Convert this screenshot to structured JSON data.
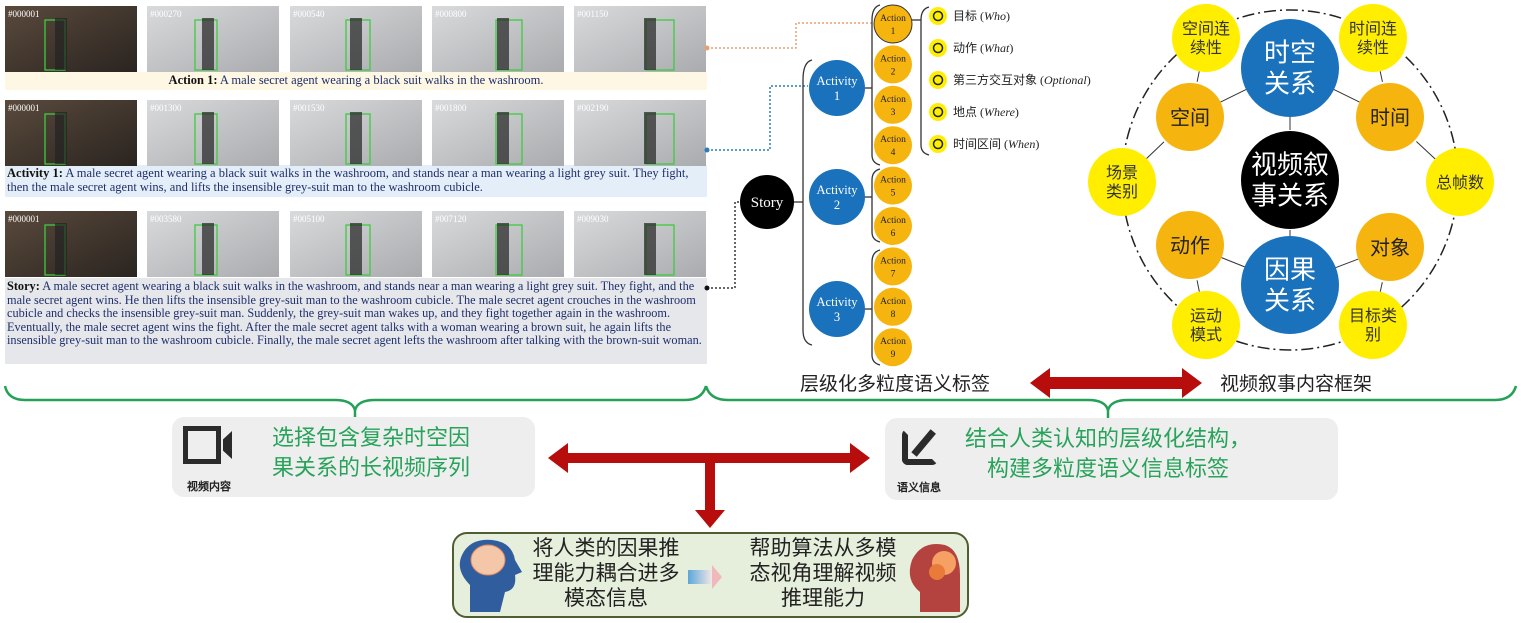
{
  "rows": [
    {
      "frames": [
        "#000001",
        "#000270",
        "#000540",
        "#000800",
        "#001150"
      ],
      "label": "Action 1:",
      "text": " A male secret agent wearing a black suit walks in the washroom."
    },
    {
      "frames": [
        "#000001",
        "#001300",
        "#001530",
        "#001800",
        "#002190"
      ],
      "label": "Activity 1:",
      "text": " A male secret agent wearing a black suit walks in the washroom, and stands near a man wearing a light grey suit. They fight, then the male secret agent wins, and lifts the insensible grey-suit man to the washroom cubicle."
    },
    {
      "frames": [
        "#000001",
        "#003580",
        "#005100",
        "#007120",
        "#009030"
      ],
      "label": "Story:",
      "text": " A male secret agent wearing a black suit walks in the washroom, and stands near a man wearing a light grey suit. They fight, and the male secret agent wins. He then lifts the insensible grey-suit man to the washroom cubicle. The male secret agent crouches in the washroom cubicle and checks the insensible grey-suit man. Suddenly, the grey-suit man wakes up, and they fight together again in the washroom. Eventually, the male secret agent wins the fight. After the male secret agent talks with a woman wearing a brown suit, he again lifts the insensible grey-suit man to the washroom cubicle. Finally, the male secret agent lefts the washroom after talking with the brown-suit woman."
    }
  ],
  "tree": {
    "story": "Story",
    "activities": [
      [
        "Activity",
        "1"
      ],
      [
        "Activity",
        "2"
      ],
      [
        "Activity",
        "3"
      ]
    ],
    "actions": [
      [
        "Action",
        "1"
      ],
      [
        "Action",
        "2"
      ],
      [
        "Action",
        "3"
      ],
      [
        "Action",
        "4"
      ],
      [
        "Action",
        "5"
      ],
      [
        "Action",
        "6"
      ],
      [
        "Action",
        "7"
      ],
      [
        "Action",
        "8"
      ],
      [
        "Action",
        "9"
      ]
    ]
  },
  "legend": [
    {
      "icon": "target-icon",
      "zh": "目标",
      "en": "Who"
    },
    {
      "icon": "action-icon",
      "zh": "动作",
      "en": "What"
    },
    {
      "icon": "people-icon",
      "zh": "第三方交互对象",
      "en": "Optional"
    },
    {
      "icon": "location-icon",
      "zh": "地点",
      "en": "Where"
    },
    {
      "icon": "clock-icon",
      "zh": "时间区间",
      "en": "When"
    }
  ],
  "framework": {
    "center": [
      "视频叙",
      "事关系"
    ],
    "spatiotemporal": [
      "时空",
      "关系"
    ],
    "causal": [
      "因果",
      "关系"
    ],
    "space": "空间",
    "time": "时间",
    "action": "动作",
    "object": "对象",
    "space_cont": [
      "空间连",
      "续性"
    ],
    "time_cont": [
      "时间连",
      "续性"
    ],
    "scene": [
      "场景",
      "类别"
    ],
    "frames": "总帧数",
    "motion": [
      "运动",
      "模式"
    ],
    "obj_cat": [
      "目标类",
      "别"
    ]
  },
  "labels": {
    "hier": "层级化多粒度语义标签",
    "framework": "视频叙事内容框架"
  },
  "video_box": {
    "caption": "视频内容",
    "lines": [
      "选择包含复杂时空因",
      "果关系的长视频序列"
    ]
  },
  "semantic_box": {
    "caption": "语义信息",
    "lines": [
      "结合人类认知的层级化结构，",
      "构建多粒度语义信息标签"
    ]
  },
  "bottom": {
    "left": [
      "将人类的因果推",
      "理能力耦合进多",
      "模态信息"
    ],
    "right": [
      "帮助算法从多模",
      "态视角理解视频",
      "推理能力"
    ]
  },
  "colors": {
    "blue": "#1a72bd",
    "orange": "#f6b40e",
    "yellow": "#ffee00",
    "red": "#b80d0d",
    "green": "#25a157"
  }
}
